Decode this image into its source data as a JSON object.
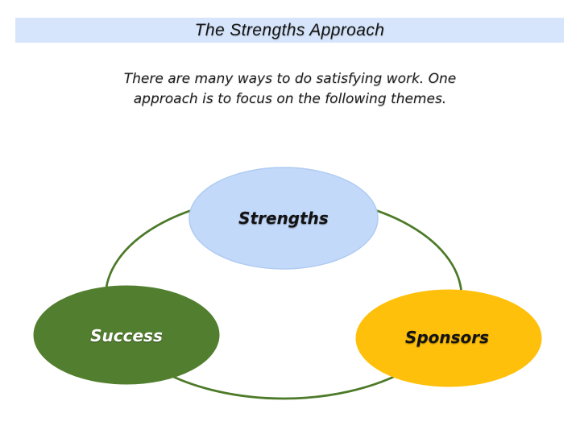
{
  "title": "The Strengths Approach",
  "subtitle": {
    "line1": "There are many ways to do satisfying work. One",
    "line2": "approach is to focus on the following themes."
  },
  "diagram": {
    "type": "cycle-of-themes",
    "connector_color": "#4C7A28",
    "nodes": [
      {
        "id": "strengths",
        "label": "Strengths",
        "fill": "#C3D9FA",
        "border": "#AFCBF2",
        "text_color": "#131313",
        "position": "top"
      },
      {
        "id": "success",
        "label": "Success",
        "fill": "#527F2F",
        "border": "#527F2F",
        "text_color": "#FFFFFF",
        "position": "bottom-left"
      },
      {
        "id": "sponsors",
        "label": "Sponsors",
        "fill": "#FEC00A",
        "border": "#FEC00A",
        "text_color": "#131313",
        "position": "bottom-right"
      }
    ]
  },
  "colors": {
    "title_bar_bg": "#D6E5FB",
    "page_bg": "#FFFFFF"
  }
}
